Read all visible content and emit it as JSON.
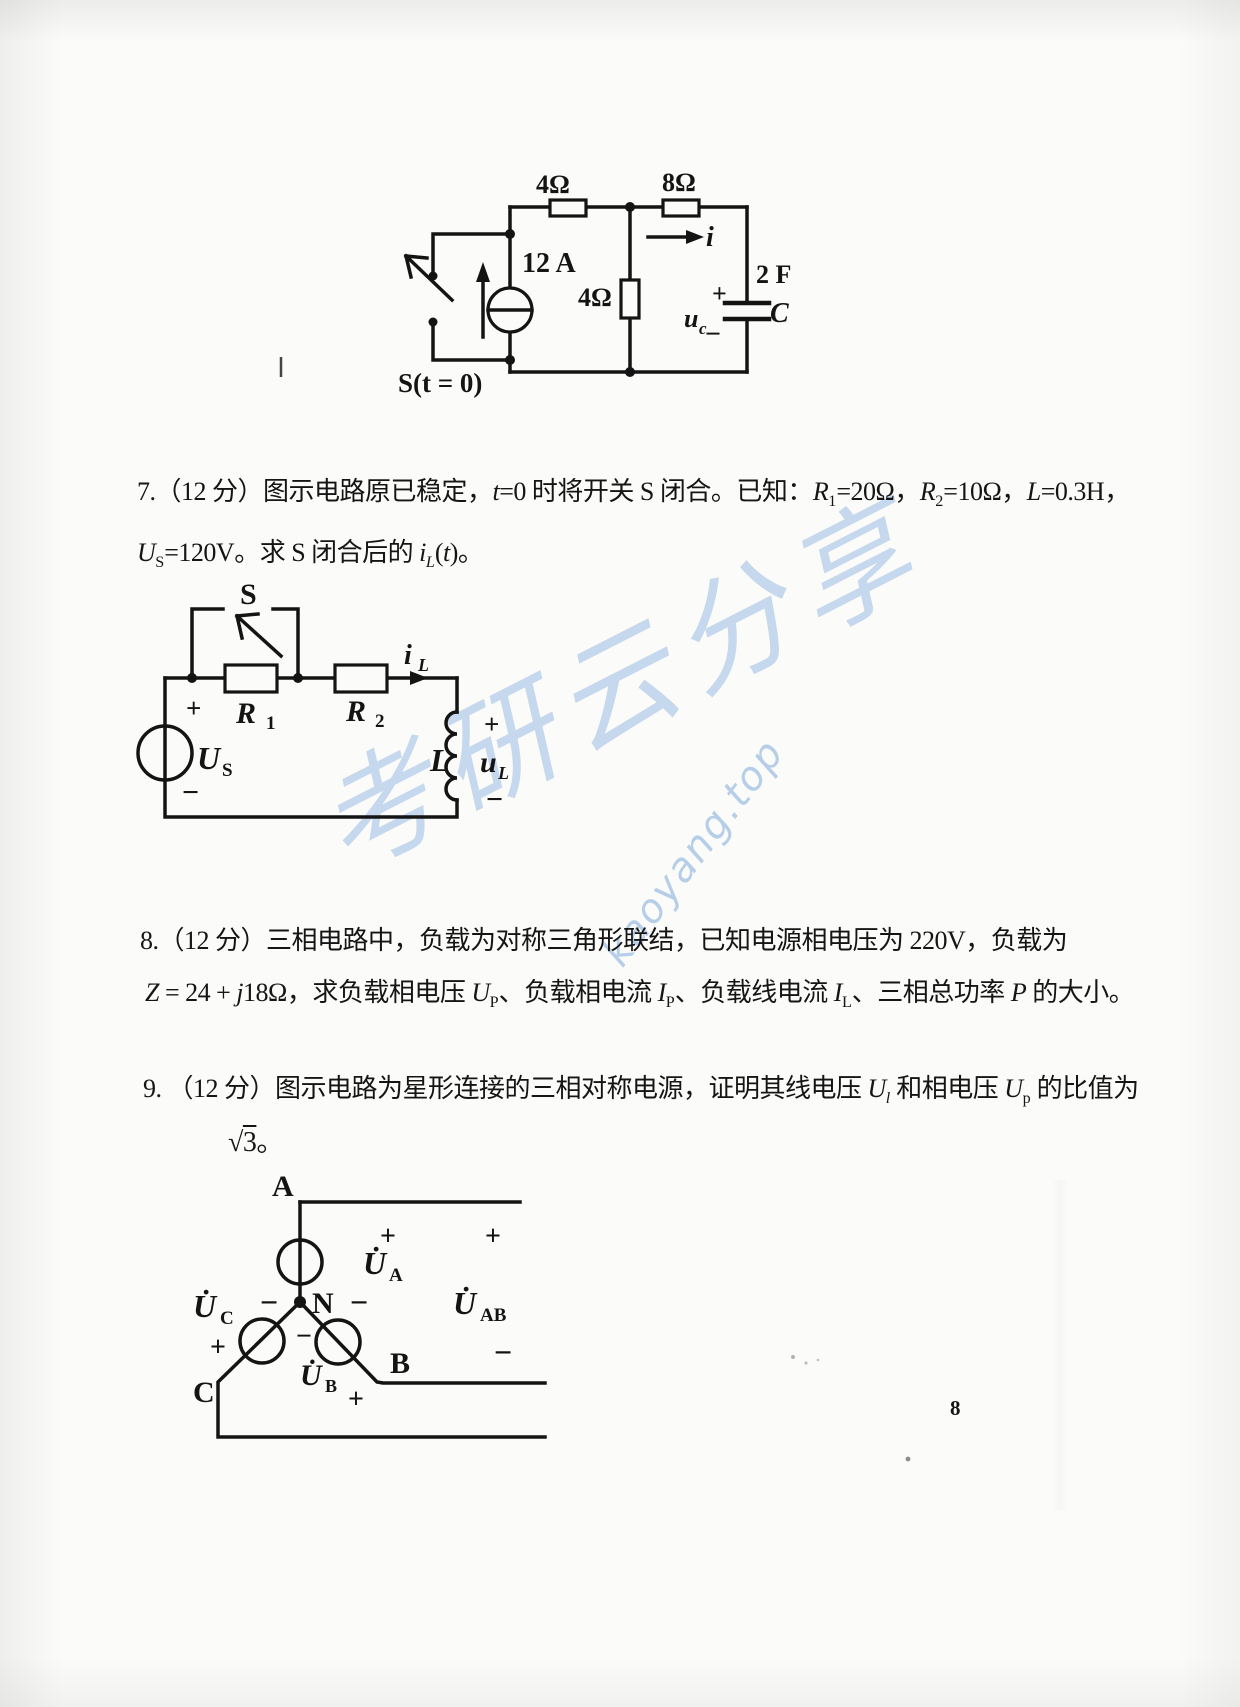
{
  "watermark": {
    "cn": "考研云分享",
    "site": "kaoyang.top"
  },
  "page_number": "8",
  "sym": {
    "plus": "+",
    "minus": "−"
  },
  "q7": {
    "line1": [
      {
        "t": "7.（12 分）图示电路原已稳定，"
      },
      {
        "t": "t",
        "i": true
      },
      {
        "t": "=0 时将开关 S 闭合。已知："
      },
      {
        "t": "R",
        "i": true
      },
      {
        "sub": "1"
      },
      {
        "t": "=20Ω，"
      },
      {
        "t": "R",
        "i": true
      },
      {
        "sub": "2"
      },
      {
        "t": "=10Ω，"
      },
      {
        "t": "L",
        "i": true
      },
      {
        "t": "=0.3H，"
      }
    ],
    "line2": [
      {
        "t": "U",
        "i": true
      },
      {
        "sub": "S"
      },
      {
        "t": "=120V。求 S 闭合后的 "
      },
      {
        "t": "i",
        "i": true
      },
      {
        "sub": "L",
        "i": true
      },
      {
        "t": "("
      },
      {
        "t": "t",
        "i": true
      },
      {
        "t": ")。"
      }
    ]
  },
  "q8": {
    "line1": [
      {
        "t": "8.（12 分）三相电路中，负载为对称三角形联结，已知电源相电压为 220V，负载为"
      }
    ],
    "line2": [
      {
        "t": "Z",
        "i": true
      },
      {
        "t": " = 24 + "
      },
      {
        "t": "j",
        "i": true
      },
      {
        "t": "18Ω，求负载相电压 "
      },
      {
        "t": "U",
        "i": true
      },
      {
        "sub": "P"
      },
      {
        "t": "、负载相电流 "
      },
      {
        "t": "I",
        "i": true
      },
      {
        "sub": "P"
      },
      {
        "t": "、负载线电流 "
      },
      {
        "t": "I",
        "i": true
      },
      {
        "sub": "L"
      },
      {
        "t": "、三相总功率 "
      },
      {
        "t": "P",
        "i": true
      },
      {
        "t": " 的大小。"
      }
    ]
  },
  "q9": {
    "line1": [
      {
        "t": "9. （12 分）图示电路为星形连接的三相对称电源，证明其线电压 "
      },
      {
        "t": "U",
        "i": true
      },
      {
        "sub": "l",
        "i": true
      },
      {
        "t": " 和相电压 "
      },
      {
        "t": "U",
        "i": true
      },
      {
        "sub": "p"
      },
      {
        "t": " 的比值为"
      }
    ],
    "line2": [
      {
        "t": "√"
      },
      {
        "t": "3",
        "ol": true
      },
      {
        "t": "。"
      }
    ]
  },
  "fig6": {
    "r_top_left": "4Ω",
    "r_top_right": "8Ω",
    "r_mid": "4Ω",
    "source": "12 A",
    "i": "i",
    "cap_value": "2 F",
    "cap_name": "C",
    "uc": "u",
    "uc_sub": "c",
    "switch": "S(t = 0)"
  },
  "fig7": {
    "s": "S",
    "r": "R",
    "r1_sub": "1",
    "r2_sub": "2",
    "i": "i",
    "i_sub": "L",
    "u": "U",
    "u_sub": "S",
    "l": "L",
    "ul": "u",
    "ul_sub": "L"
  },
  "fig9": {
    "a": "A",
    "b": "B",
    "c": "C",
    "n": "N",
    "u_dot": "U̇",
    "sub_a": "A",
    "sub_b": "B",
    "sub_c": "C",
    "sub_ab": "AB"
  }
}
